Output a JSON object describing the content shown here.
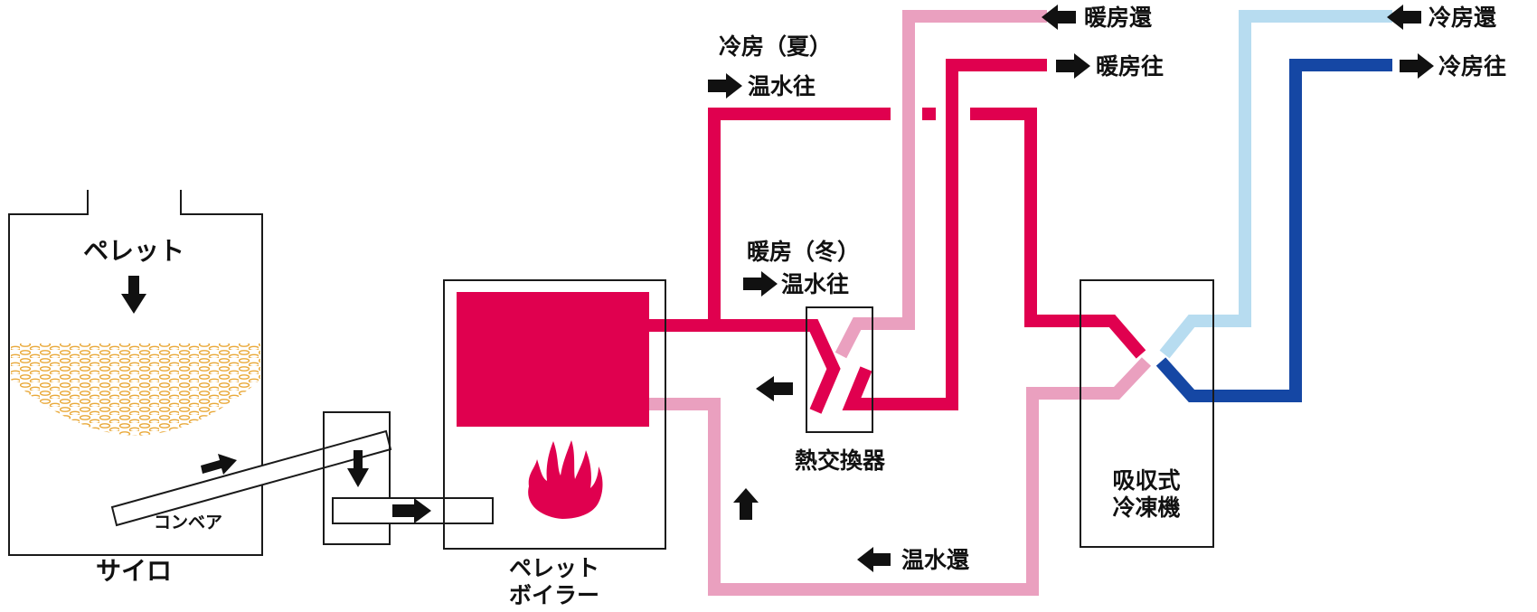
{
  "colors": {
    "hot": "#e0004f",
    "warm_return": "#eaa0bf",
    "cold_supply": "#1547a4",
    "cold_return": "#b7dcf0",
    "pellet": "#e9a93a",
    "outline": "#1a1a1a",
    "arrow": "#111111"
  },
  "labels": {
    "pellet": "ペレット",
    "silo": "サイロ",
    "conveyor": "コンベア",
    "boiler_line1": "ペレット",
    "boiler_line2": "ボイラー",
    "heat_exchanger": "熱交換器",
    "chiller_line1": "吸収式",
    "chiller_line2": "冷凍機",
    "summer_line1": "冷房（夏）",
    "summer_line2": "温水往",
    "winter_line1": "暖房（冬）",
    "winter_line2": "温水往",
    "hot_water_return": "温水還",
    "heating_return": "暖房還",
    "heating_supply": "暖房往",
    "cooling_return": "冷房還",
    "cooling_supply": "冷房往"
  },
  "icons": {
    "fire": "flame-icon",
    "arrow": "arrow-icon"
  }
}
